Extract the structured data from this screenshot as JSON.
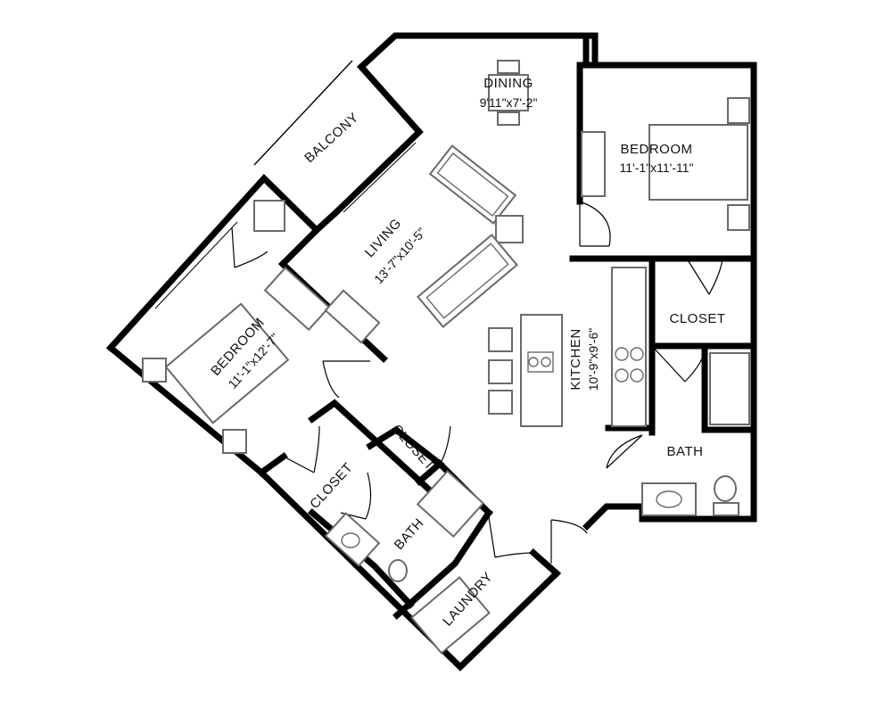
{
  "rooms": {
    "dining": {
      "name": "DINING",
      "dims": "9'11\"x7'-2\""
    },
    "bedroom_right": {
      "name": "BEDROOM",
      "dims": "11'-1\"x11'-11\""
    },
    "balcony": {
      "name": "BALCONY"
    },
    "living": {
      "name": "LIVING",
      "dims": "13'-7\"x10'-5\""
    },
    "bedroom_left": {
      "name": "BEDROOM",
      "dims": "11'-1\"x12'-7\""
    },
    "kitchen": {
      "name": "KITCHEN",
      "dims": "10'-9\"x9'-6\""
    },
    "closet_right": {
      "name": "CLOSET"
    },
    "bath_right": {
      "name": "BATH"
    },
    "closet_left": {
      "name": "CLOSET"
    },
    "closet_small": {
      "name": "CLOSET"
    },
    "bath_left": {
      "name": "BATH"
    },
    "laundry": {
      "name": "LAUNDRY"
    }
  }
}
